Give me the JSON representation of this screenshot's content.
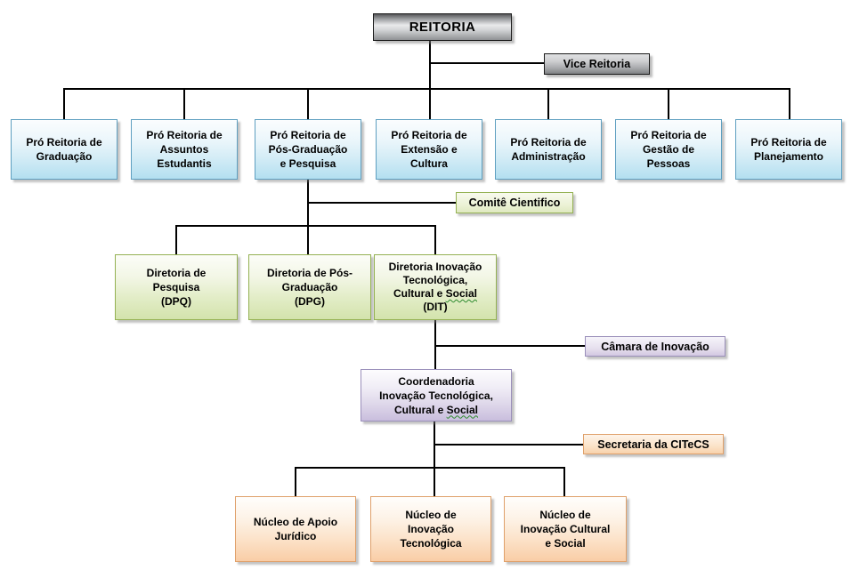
{
  "org": {
    "reitoria": {
      "label": "REITORIA"
    },
    "vice_reitoria": {
      "label": "Vice Reitoria"
    },
    "pro_reitorias": [
      {
        "label": "Pró Reitoria de\nGraduação"
      },
      {
        "label": "Pró Reitoria de\nAssuntos\nEstudantis"
      },
      {
        "label": "Pró Reitoria de\nPós-Graduação\ne Pesquisa"
      },
      {
        "label": "Pró Reitoria de\nExtensão e\nCultura"
      },
      {
        "label": "Pró Reitoria de\nAdministração"
      },
      {
        "label": "Pró Reitoria de\nGestão de\nPessoas"
      },
      {
        "label": "Pró Reitoria de\nPlanejamento"
      }
    ],
    "comite": {
      "label": "Comitê Cientifico"
    },
    "diretorias": [
      {
        "label": "Diretoria de\nPesquisa\n(DPQ)"
      },
      {
        "label": "Diretoria de Pós-\nGraduação\n(DPG)"
      },
      {
        "label_pre": "Diretoria Inovação\nTecnológica,\nCultural e ",
        "wavy_word": "Social",
        "label_post": "\n(DIT)"
      }
    ],
    "camara": {
      "label": "Câmara de Inovação"
    },
    "coordenadoria": {
      "label_pre": "Coordenadoria\nInovação Tecnológica,\nCultural e ",
      "wavy_word": "Social",
      "label_post": ""
    },
    "secretaria": {
      "label": "Secretaria da CITeCS"
    },
    "nucleos": [
      {
        "label": "Núcleo de Apoio\nJurídico"
      },
      {
        "label": "Núcleo de\nInovação\nTecnológica"
      },
      {
        "label": "Núcleo de\nInovação Cultural\ne Social"
      }
    ]
  },
  "colors": {
    "connector_line": "#000000",
    "blue_border": "#5e9fc0",
    "blue_fill_bottom": "#b3dff0",
    "green_border": "#94b152",
    "green_fill_bottom": "#d3e3ac",
    "purple_border": "#9a8fba",
    "purple_fill_bottom": "#c9bedd",
    "orange_border": "#dfa06a",
    "orange_fill_bottom": "#f9cda6",
    "metal_dark": "#57585a",
    "spellcheck_underline": "#2e8b2e",
    "text": "#000000",
    "background": "#ffffff"
  }
}
